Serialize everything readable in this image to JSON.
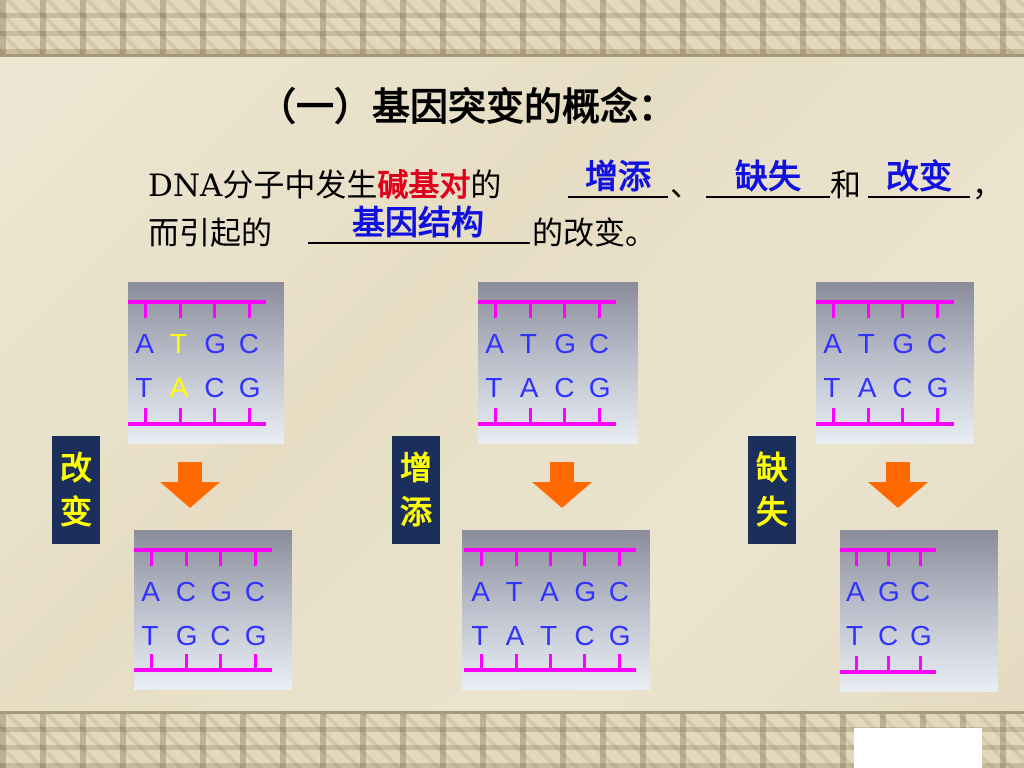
{
  "title": "（一）基因突变的概念：",
  "sentence": {
    "l1_a": "DNA分子中发生",
    "l1_red": "碱基对",
    "l1_b": "的",
    "l1_c": "、",
    "l1_d": "和",
    "l1_e": "，",
    "l2_a": "而引起的",
    "l2_b": "的改变。",
    "answers": {
      "zengtian": "增添",
      "queshi": "缺失",
      "gaibian": "改变",
      "jiyinjiegou": "基因结构"
    }
  },
  "labels": {
    "change": [
      "改",
      "变"
    ],
    "add": [
      "增",
      "添"
    ],
    "delete": [
      "缺",
      "失"
    ]
  },
  "cards": {
    "top1": {
      "row1": [
        "A",
        "T",
        "G",
        "C"
      ],
      "row2": [
        "T",
        "A",
        "C",
        "G"
      ],
      "highlight_index": 1
    },
    "top2": {
      "row1": [
        "A",
        "T",
        "G",
        "C"
      ],
      "row2": [
        "T",
        "A",
        "C",
        "G"
      ]
    },
    "top3": {
      "row1": [
        "A",
        "T",
        "G",
        "C"
      ],
      "row2": [
        "T",
        "A",
        "C",
        "G"
      ]
    },
    "bot1": {
      "row1": [
        "A",
        "C",
        "G",
        "C"
      ],
      "row2": [
        "T",
        "G",
        "C",
        "G"
      ]
    },
    "bot2": {
      "row1": [
        "A",
        "T",
        "A",
        "G",
        "C"
      ],
      "row2": [
        "T",
        "A",
        "T",
        "C",
        "G"
      ]
    },
    "bot3": {
      "row1": [
        "A",
        "G",
        "C"
      ],
      "row2": [
        "T",
        "C",
        "G"
      ]
    }
  },
  "colors": {
    "rail": "#ff00ff",
    "base_text": "#3333ff",
    "highlight": "#ffff00",
    "arrow": "#ff6a00",
    "label_bg": "#1a2f5c"
  }
}
